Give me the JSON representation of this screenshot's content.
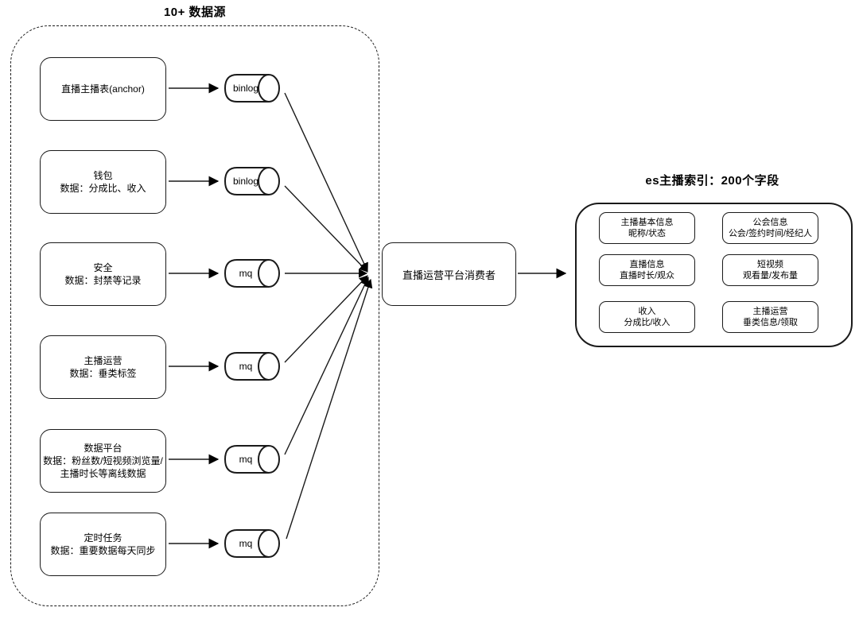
{
  "left_group": {
    "title": "10+ 数据源",
    "sources": [
      {
        "label": "直播主播表(anchor)",
        "pipe": "binlog"
      },
      {
        "label": "钱包\n数据：分成比、收入",
        "pipe": "binlog"
      },
      {
        "label": "安全\n数据：封禁等记录",
        "pipe": "mq"
      },
      {
        "label": "主播运营\n数据：垂类标签",
        "pipe": "mq"
      },
      {
        "label": "数据平台\n数据：粉丝数/短视频浏览量/\n主播时长等离线数据",
        "pipe": "mq"
      },
      {
        "label": "定时任务\n数据：重要数据每天同步",
        "pipe": "mq"
      }
    ]
  },
  "consumer": {
    "label": "直播运营平台消费者"
  },
  "right_group": {
    "title": "es主播索引：200个字段",
    "fields": [
      {
        "label": "主播基本信息\n昵称/状态"
      },
      {
        "label": "公会信息\n公会/签约时间/经纪人"
      },
      {
        "label": "直播信息\n直播时长/观众"
      },
      {
        "label": "短视频\n观看量/发布量"
      },
      {
        "label": "收入\n分成比/收入"
      },
      {
        "label": "主播运营\n垂类信息/领取"
      }
    ]
  },
  "colors": {
    "stroke": "#000000",
    "background": "#ffffff"
  }
}
